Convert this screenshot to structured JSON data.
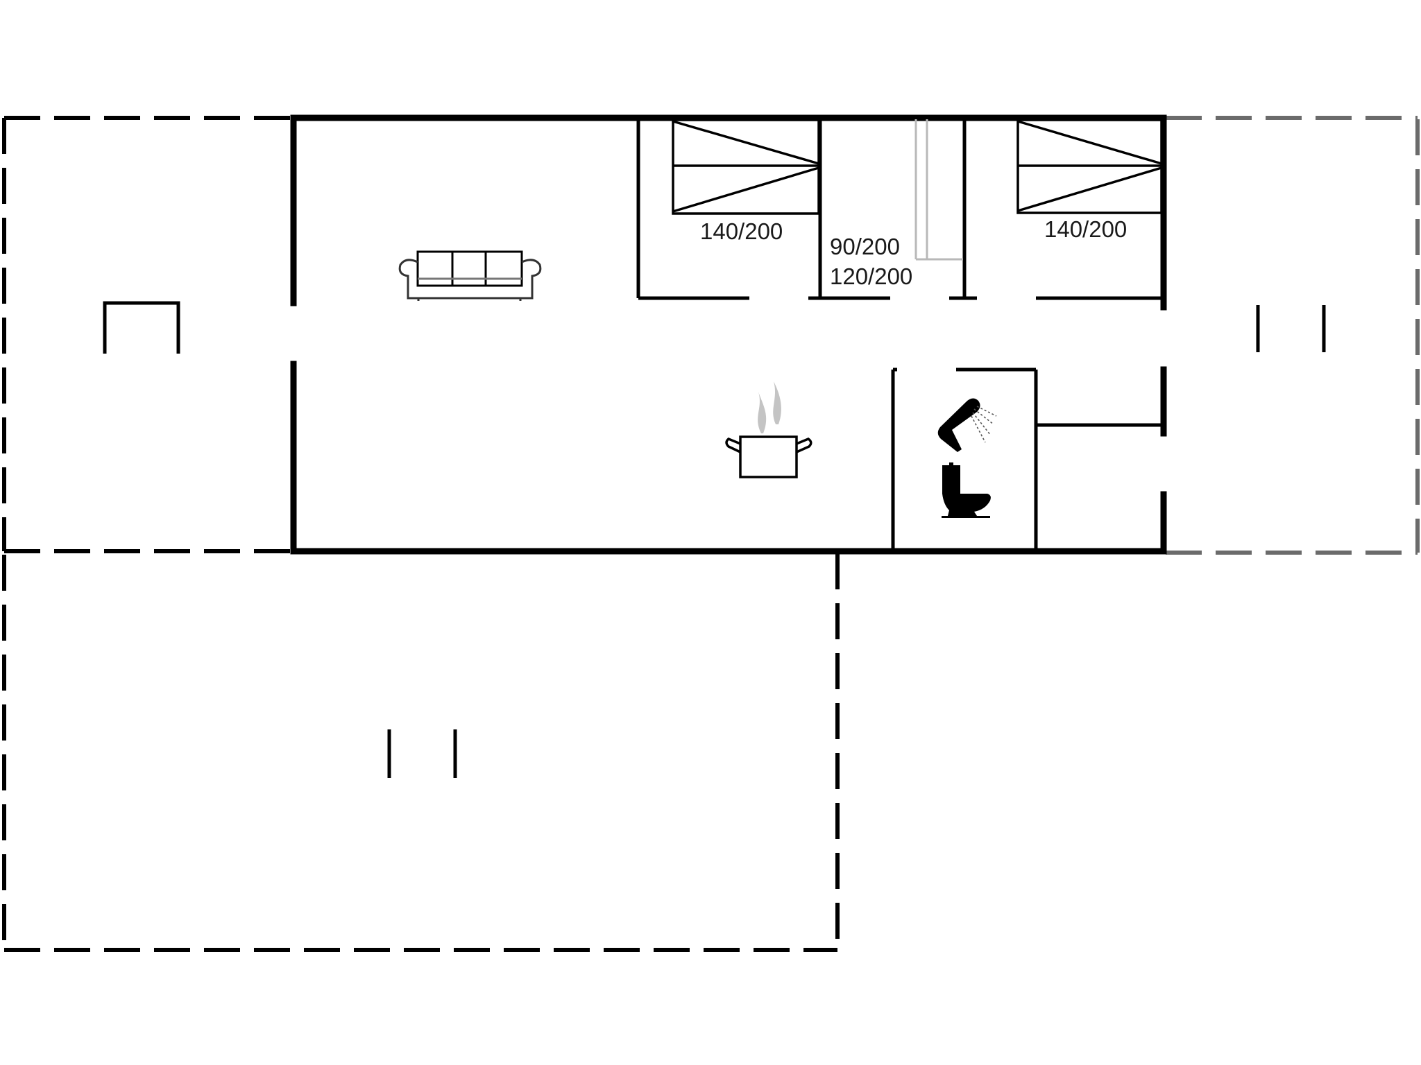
{
  "plan": {
    "colors": {
      "wall": "#000000",
      "dashed_outline": "#000000",
      "dashed_outline_right": "#6b6b6b",
      "closet": "#b8b8b8",
      "steam": "#bdbdbd",
      "background": "#ffffff"
    },
    "rooms": [
      {
        "name": "living-room",
        "furniture": "sofa"
      },
      {
        "name": "bedroom-1",
        "bed_label": "140/200"
      },
      {
        "name": "bedroom-2",
        "bed_labels": [
          "90/200",
          "120/200"
        ]
      },
      {
        "name": "bedroom-3",
        "bed_label": "140/200"
      },
      {
        "name": "kitchen",
        "furniture": "cooking-pot"
      },
      {
        "name": "bathroom",
        "fixtures": [
          "shower",
          "toilet"
        ]
      }
    ],
    "labels": {
      "bed1": "140/200",
      "bed2_line1": "90/200",
      "bed2_line2": "120/200",
      "bed3": "140/200"
    },
    "icons": {
      "sofa": "sofa-icon",
      "pot": "cooking-pot-icon",
      "shower": "shower-icon",
      "toilet": "toilet-icon"
    }
  }
}
